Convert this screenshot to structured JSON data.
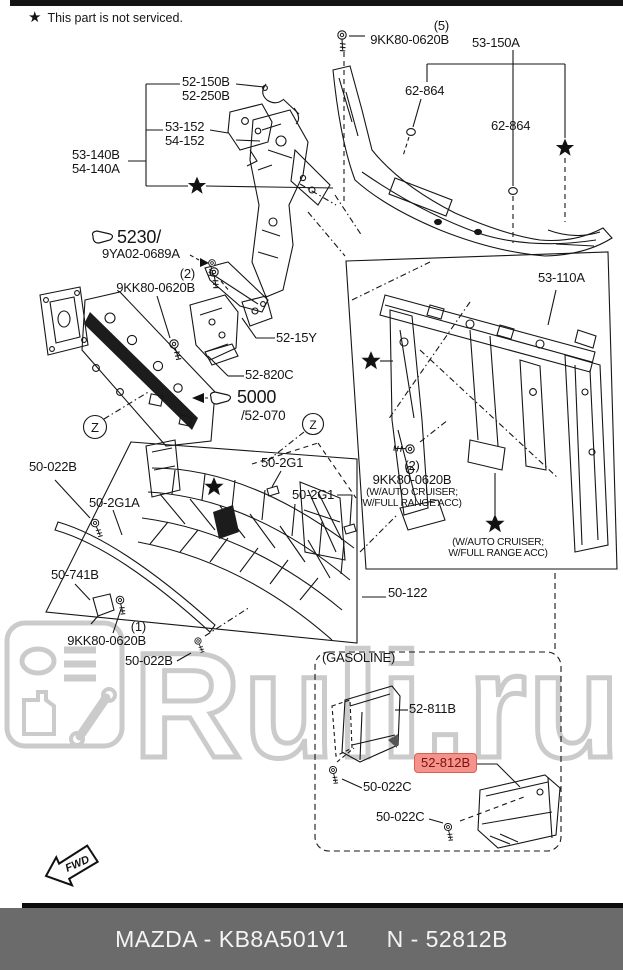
{
  "note": {
    "star": "★",
    "text": "This part is not serviced."
  },
  "labels": {
    "qty5": "(5)",
    "qty2": "(2)",
    "qty1": "(1)",
    "fastener": "9KK80-0620B",
    "p53150a": "53-150A",
    "p62864": "62-864",
    "p52150b": "52-150B",
    "p52250b": "52-250B",
    "p53152": "53-152",
    "p54152": "54-152",
    "p53140b": "53-140B",
    "p54140a": "54-140A",
    "p5230": "5230/",
    "p9ya02": "9YA02-0689A",
    "p5215y": "52-15Y",
    "p52820c": "52-820C",
    "p5000": "5000",
    "p52070": "/52-070",
    "p53110a": "53-110A",
    "p50022b": "50-022B",
    "p502g1": "50-2G1",
    "p502g1a": "50-2G1A",
    "p50741b": "50-741B",
    "p50122": "50-122",
    "gasoline": "(GASOLINE)",
    "p52811b": "52-811B",
    "p52812b": "52-812B",
    "p50022c": "50-022C",
    "cruiser1": "(W/AUTO CRUISER;",
    "cruiser2": "W/FULL RANGE ACC)",
    "zletter": "Z",
    "fwd": "FWD"
  },
  "footer": {
    "left": "MAZDA - KB8A501V1",
    "right": "N - 52812B"
  },
  "watermark": {
    "text": "Ruli.ru"
  },
  "colors": {
    "highlight_bg": "#f5928c",
    "highlight_text": "#7d120c",
    "footer_bg": "#6b6b6b",
    "watermark": "#cbcbcb"
  }
}
